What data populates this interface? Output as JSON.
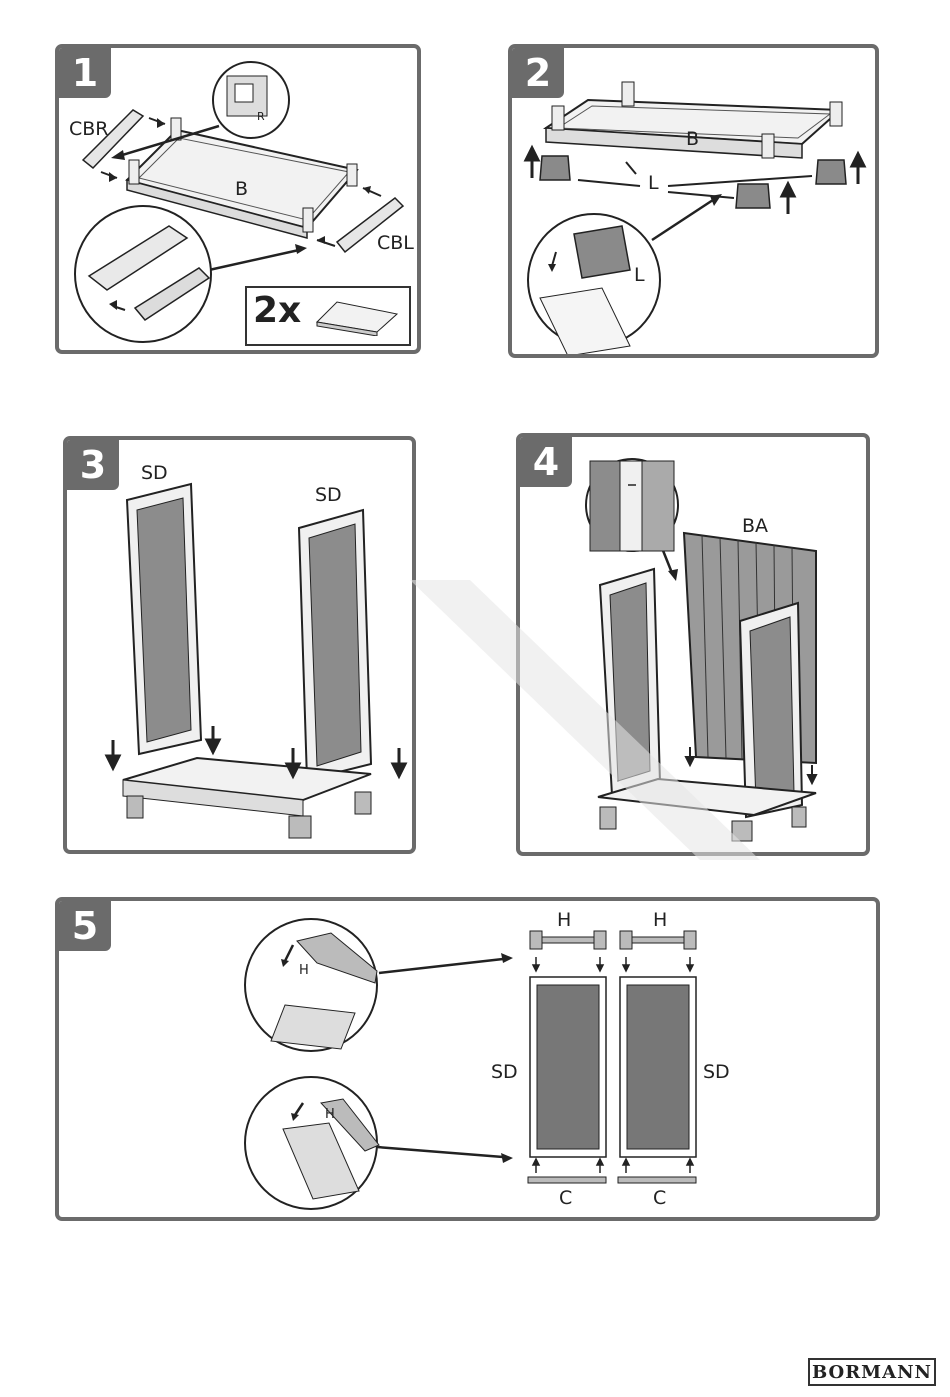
{
  "steps": [
    {
      "number": "1",
      "labels": {
        "cbr": "CBR",
        "base": "B",
        "cbl": "CBL",
        "zoom_letter": "R"
      },
      "multiplier": "2x"
    },
    {
      "number": "2",
      "labels": {
        "base": "B",
        "leg": "L",
        "leg_zoom": "L"
      }
    },
    {
      "number": "3",
      "labels": {
        "side_left": "SD",
        "side_right": "SD"
      }
    },
    {
      "number": "4",
      "labels": {
        "back": "BA"
      }
    },
    {
      "number": "5",
      "labels": {
        "handle_left": "H",
        "handle_right": "H",
        "side_left": "SD",
        "side_right": "SD",
        "cap_left": "C",
        "cap_right": "C",
        "zoom_h_top": "H",
        "zoom_h_bottom": "H"
      }
    }
  ],
  "brand": "BORMANN",
  "colors": {
    "frame": "#6b6b6b",
    "line": "#222222",
    "panel_fill": "#9a9a9a",
    "watermark": "#dcdcdc"
  }
}
